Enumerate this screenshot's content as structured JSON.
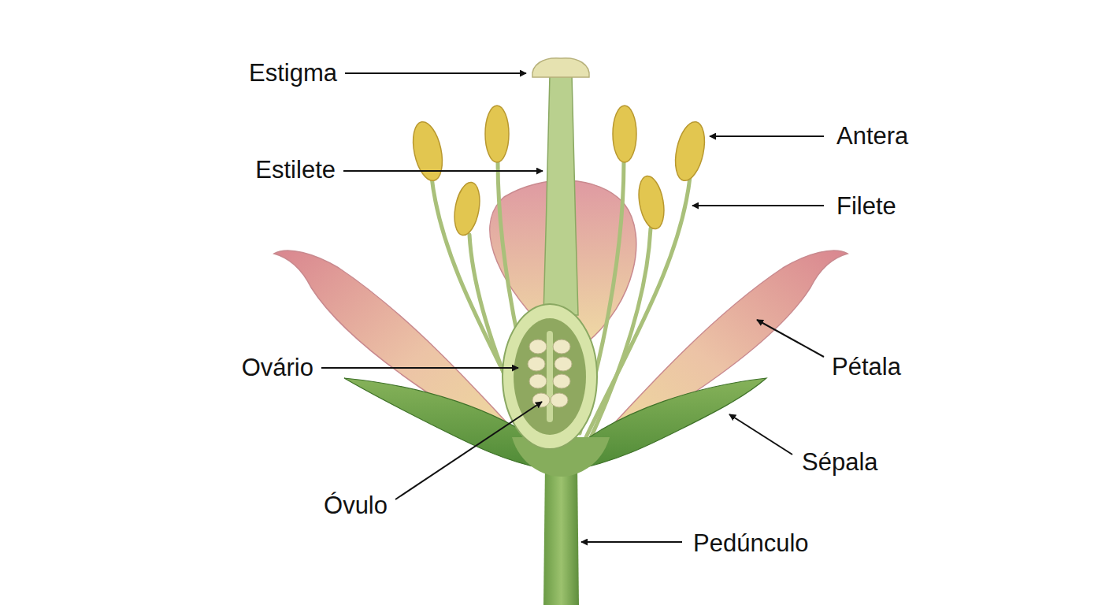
{
  "diagram": {
    "labels": [
      "Estigma",
      "Estilete",
      "Antera",
      "Filete",
      "Ovário",
      "Pétala",
      "Sépala",
      "Óvulo",
      "Pedúnculo"
    ]
  }
}
